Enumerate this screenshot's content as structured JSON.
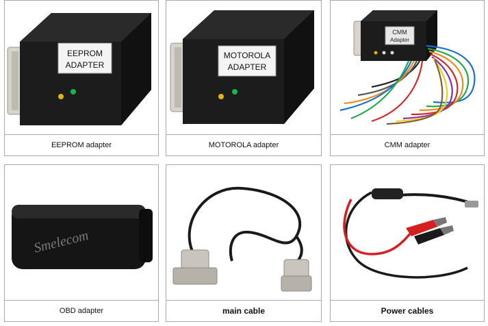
{
  "products": [
    {
      "caption": "EEPROM adapter",
      "box_label_line1": "EEPROM",
      "box_label_line2": "ADAPTER"
    },
    {
      "caption": "MOTOROLA adapter",
      "box_label_line1": "MOTOROLA",
      "box_label_line2": "ADAPTER"
    },
    {
      "caption": "CMM adapter",
      "box_label_line1": "CMM",
      "box_label_line2": "Adapter"
    },
    {
      "caption": "OBD adapter",
      "brand_mark": "Smelecom"
    },
    {
      "caption": "main cable"
    },
    {
      "caption": "Power cables"
    }
  ]
}
